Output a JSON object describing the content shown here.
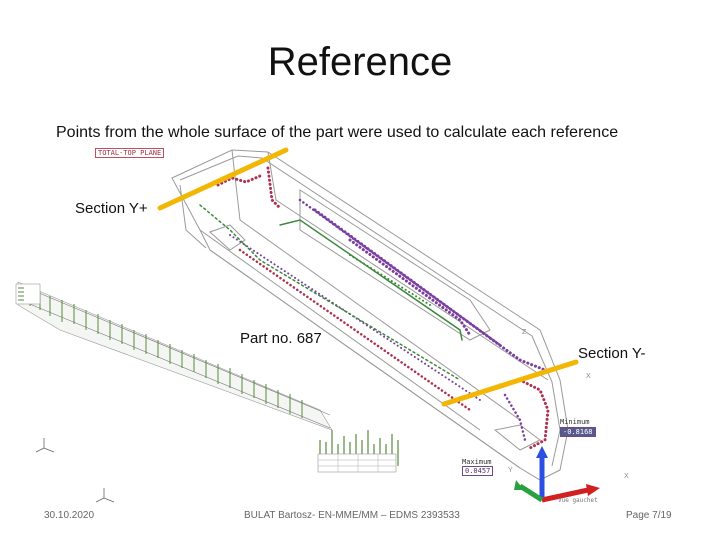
{
  "slide": {
    "title": "Reference",
    "subtitle": "Points from the whole surface of the part were used to calculate each reference",
    "labels": {
      "section_y_plus": "Section Y+",
      "part_no": "Part no. 687",
      "section_y_minus": "Section Y-"
    },
    "drawing_tags": {
      "plane": "TOTAL-TOP PLANE",
      "minimum": "Minimum",
      "maximum": "Maximum",
      "min_value": "-0.8168",
      "max_value": "0.0457",
      "axis_label": "Vue gauchet"
    },
    "footer": {
      "date": "30.10.2020",
      "author": "BULAT Bartosz- EN-MME/MM – EDMS 2393533",
      "page": "Page 7/19"
    },
    "colors": {
      "section_line": "#f2b705",
      "points_purple": "#7b3fa0",
      "points_red": "#b03050",
      "points_green": "#3c8a3c",
      "outline": "#9a9a9a"
    }
  }
}
